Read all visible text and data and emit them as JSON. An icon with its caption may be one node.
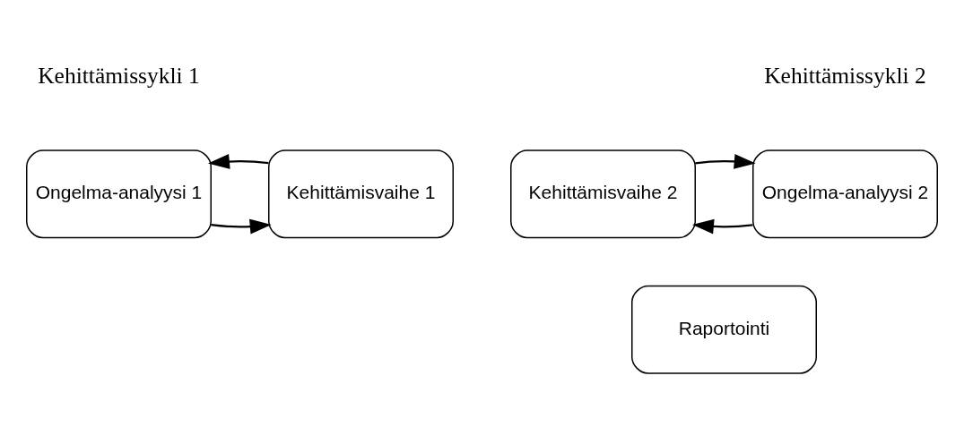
{
  "diagram": {
    "nodes": [
      {
        "text": [
          "Ongelma-analyysi 1"
        ]
      },
      {
        "text": [
          "Kehittämisvaihe 1"
        ]
      },
      {
        "text": [
          "Ongelma-analyysi 2"
        ]
      },
      {
        "text": [
          "Kehittämisvaihe 2"
        ]
      },
      {
        "text": [
          "Raportointi"
        ]
      }
    ],
    "edges": [
      {
        "from": 0,
        "to": 1,
        "arrow": "to"
      },
      {
        "from": 1,
        "to": 0,
        "arrow": "to"
      },
      {
        "from": 2,
        "to": 3,
        "arrow": "to"
      },
      {
        "from": 3,
        "to": 2,
        "arrow": "to"
      }
    ],
    "labels": [
      "Kehittämissykli 1",
      "Kehittämissykli 2"
    ]
  }
}
